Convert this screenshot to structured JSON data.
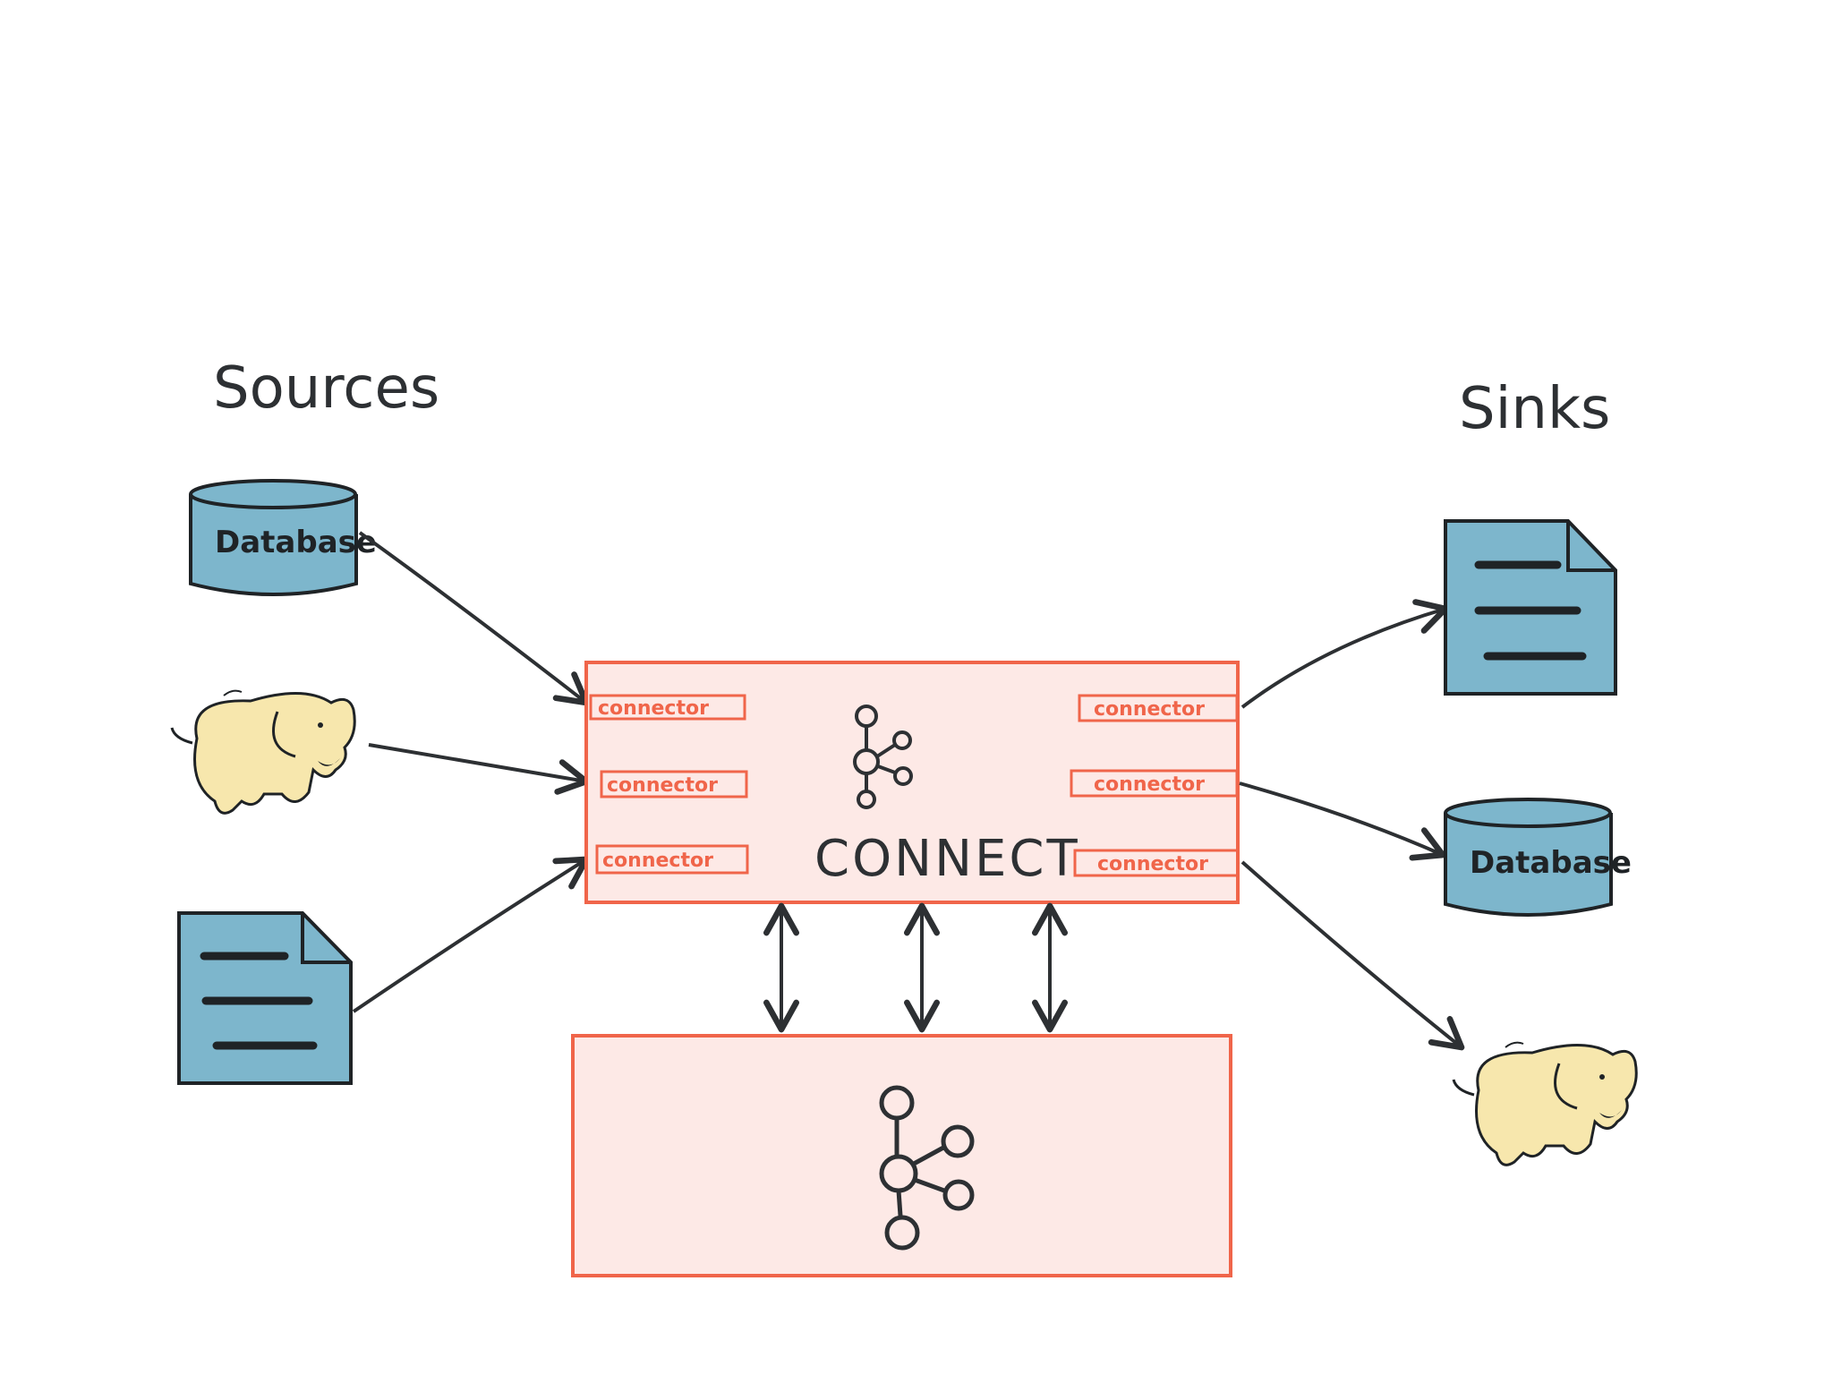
{
  "titles": {
    "sources": "Sources",
    "sinks": "Sinks"
  },
  "sources": {
    "database_label": "Database"
  },
  "sinks": {
    "database_label": "Database"
  },
  "connect": {
    "label": "CONNECT",
    "source_connectors": [
      "connector",
      "connector",
      "connector"
    ],
    "sink_connectors": [
      "connector",
      "connector",
      "connector"
    ]
  },
  "icons": {
    "source_database": "database-icon",
    "source_hadoop": "hadoop-elephant-icon",
    "source_file": "file-document-icon",
    "sink_file": "file-document-icon",
    "sink_database": "database-icon",
    "sink_hadoop": "hadoop-elephant-icon",
    "kafka": "kafka-logo-icon"
  },
  "colors": {
    "connect_stroke": "#f0654a",
    "connect_fill": "#fde9e6",
    "storage_fill": "#7db6cc",
    "elephant_fill": "#f7e7ad",
    "ink": "#2d3033"
  }
}
